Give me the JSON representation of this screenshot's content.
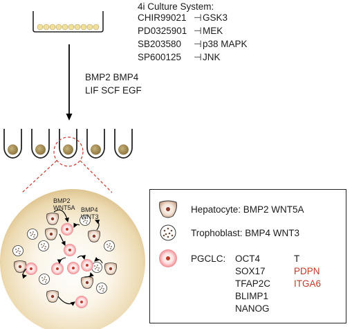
{
  "culture": {
    "title": "4i Culture System:",
    "inhibitors": [
      {
        "drug": "CHIR99021",
        "symbol": "⊣",
        "target": "GSK3"
      },
      {
        "drug": "PD0325901",
        "symbol": "⊣",
        "target": "MEK"
      },
      {
        "drug": "SB203580",
        "symbol": "⊣",
        "target": "p38 MAPK"
      },
      {
        "drug": "SP600125",
        "symbol": "⊣",
        "target": "JNK"
      }
    ]
  },
  "growth_factors": {
    "line1": "BMP2 BMP4",
    "line2": "LIF SCF EGF"
  },
  "embryoid": {
    "label_a_line1": "BMP2",
    "label_a_line2": "WNT5A",
    "label_b_line1": "BMP4",
    "label_b_line2": "WNT3"
  },
  "legend": {
    "hepatocyte": "Hepatocyte: BMP2 WNT5A",
    "trophoblast": "Trophoblast: BMP4 WNT3",
    "pgclc_label": "PGCLC:",
    "markers_col1": [
      "OCT4",
      "SOX17",
      "TFAP2C",
      "BLIMP1",
      "NANOG"
    ],
    "markers_col2": [
      "T",
      "PDPN",
      "ITGA6"
    ]
  },
  "colors": {
    "red_marker": "#c0392b",
    "tan": "#bfa36a",
    "well_fill": "#a08a55",
    "pink": "#f4a3a6"
  }
}
